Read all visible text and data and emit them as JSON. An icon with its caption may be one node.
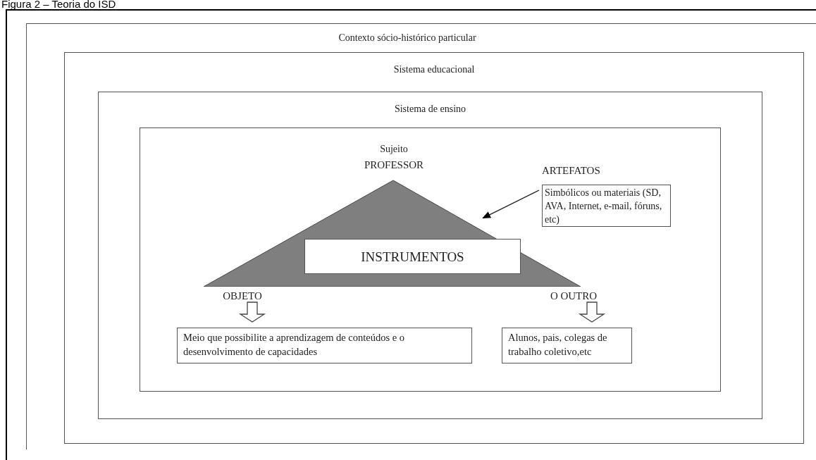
{
  "diagram": {
    "title": "Figura 2 – Teoria do ISD",
    "nodes": [
      {
        "text": [
          "Contexto sócio-histórico particular"
        ]
      },
      {
        "text": [
          "Sistema educacional"
        ],
        "in": 0
      },
      {
        "text": [
          "Sistema de ensino"
        ],
        "in": 1
      },
      {
        "text": [],
        "shape": "box",
        "in": 2
      },
      {
        "text": [
          "Sujeito",
          "PROFESSOR"
        ],
        "in": 3
      },
      {
        "text": [
          "INSTRUMENTOS"
        ],
        "in": 4
      },
      {
        "text": [
          "ARTEFATOS",
          "Simbólicos ou materiais (SD, AVA, Internet, e-mail, fóruns, etc)"
        ],
        "in": 3
      },
      {
        "text": [
          "OBJETO"
        ],
        "in": 3
      },
      {
        "text": [
          "O OUTRO"
        ],
        "in": 3
      },
      {
        "text": [
          "Meio que possibilite a aprendizagem de conteúdos e o desenvolvimento de capacidades"
        ],
        "in": 3
      },
      {
        "text": [
          "Alunos, pais, colegas de trabalho coletivo,etc"
        ],
        "in": 3
      }
    ],
    "edges": [
      {
        "from": 6,
        "to": 4,
        "arrow": "to"
      },
      {
        "from": 7,
        "to": 9,
        "arrow": "to"
      },
      {
        "from": 8,
        "to": 10,
        "arrow": "to"
      }
    ]
  }
}
